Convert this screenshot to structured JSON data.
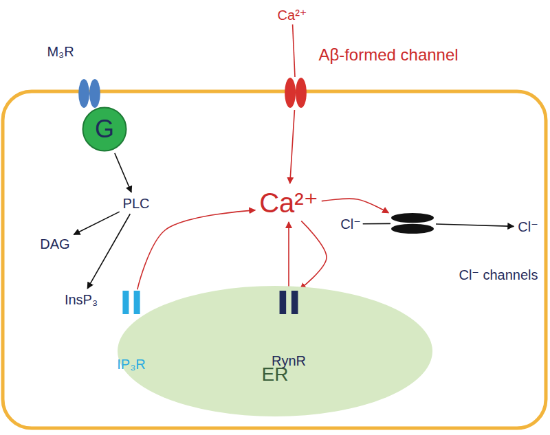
{
  "diagram": {
    "nodes": [
      {
        "text": [
          "M₃R"
        ]
      },
      {
        "text": [
          "G"
        ]
      },
      {
        "text": [
          "Ca²⁺"
        ]
      },
      {
        "text": [
          "Aβ-formed channel"
        ]
      },
      {
        "text": [
          "PLC"
        ]
      },
      {
        "text": [
          "Ca²⁺"
        ]
      },
      {
        "text": [
          "DAG"
        ]
      },
      {
        "text": [
          "InsP₃"
        ]
      },
      {
        "text": [
          "Cl⁻"
        ]
      },
      {
        "text": [
          "Cl⁻ channels"
        ]
      },
      {
        "text": [
          "Cl⁻"
        ]
      },
      {
        "text": [
          "ER"
        ]
      },
      {
        "text": [
          "IP₃R"
        ],
        "in": 11
      },
      {
        "text": [
          "RynR"
        ],
        "in": 11
      }
    ],
    "edges": [
      {
        "from": 1,
        "to": 4,
        "arrow": "to"
      },
      {
        "from": 4,
        "to": 6,
        "arrow": "to"
      },
      {
        "from": 4,
        "to": 7,
        "arrow": "to"
      },
      {
        "from": 2,
        "to": 3,
        "arrow": "none"
      },
      {
        "from": 3,
        "to": 5,
        "arrow": "to"
      },
      {
        "from": 12,
        "to": 5,
        "arrow": "to"
      },
      {
        "from": 5,
        "to": 9,
        "arrow": "to"
      },
      {
        "from": 5,
        "to": 13,
        "arrow": "to"
      },
      {
        "from": 13,
        "to": 5,
        "arrow": "to"
      },
      {
        "from": 8,
        "to": 9,
        "arrow": "none"
      },
      {
        "from": 9,
        "to": 10,
        "arrow": "to"
      }
    ]
  }
}
